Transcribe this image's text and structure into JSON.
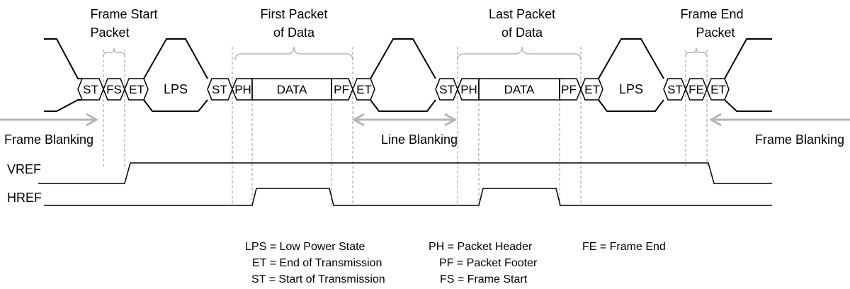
{
  "top_labels": {
    "frame_start": [
      "Frame Start",
      "Packet"
    ],
    "first_packet": [
      "First Packet",
      "of Data"
    ],
    "last_packet": [
      "Last Packet",
      "of Data"
    ],
    "frame_end": [
      "Frame End",
      "Packet"
    ]
  },
  "cells": {
    "st": "ST",
    "fs": "FS",
    "et": "ET",
    "lps": "LPS",
    "ph": "PH",
    "data": "DATA",
    "pf": "PF",
    "fe": "FE"
  },
  "blanking": {
    "frame_left": "Frame Blanking",
    "line": "Line Blanking",
    "frame_right": "Frame Blanking"
  },
  "signals": {
    "vref": "VREF",
    "href": "HREF"
  },
  "legend": {
    "lps": "LPS = Low Power State",
    "et": "ET = End of Transmission",
    "st": "ST = Start of Transmission",
    "ph": "PH = Packet Header",
    "pf": "PF = Packet Footer",
    "fs": "FS = Frame Start",
    "fe": "FE = Frame End"
  },
  "colors": {
    "line": "#000000",
    "annotation": "#b4b4b4"
  }
}
